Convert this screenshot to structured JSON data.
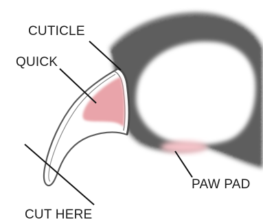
{
  "labels": {
    "cuticle": "CUTICLE",
    "quick": "QUICK",
    "paw_pad": "PAW PAD",
    "cut_here": "CUT HERE"
  },
  "colors": {
    "fur": "#7a7a7a",
    "fur_dark": "#555555",
    "nail_outline": "#5a5a5a",
    "nail_fill": "#ffffff",
    "quick": "#e8a0a6",
    "paw_pad": "#f4c2c8",
    "leader_lines": "#111111"
  },
  "icons": {
    "paw": "dog-paw-illustration",
    "claw": "nail-claw-illustration"
  }
}
